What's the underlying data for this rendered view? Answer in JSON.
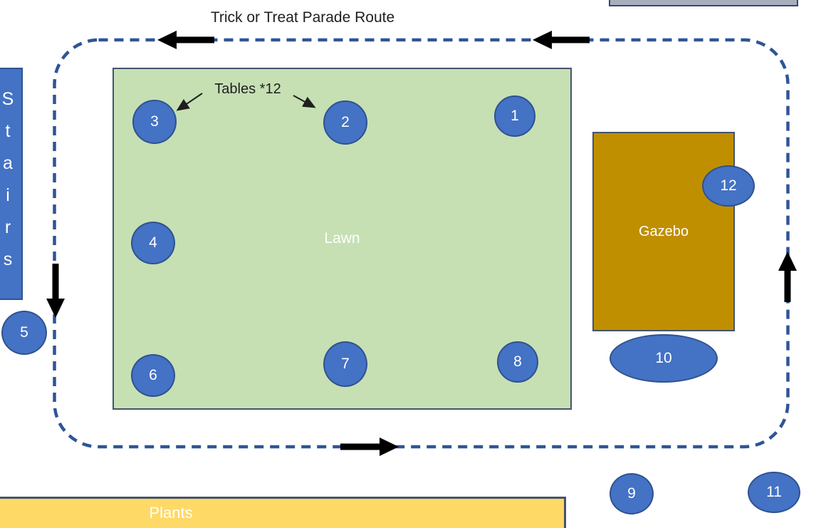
{
  "title": "Trick or Treat Parade Route",
  "areas": {
    "lawn": {
      "label": "Lawn",
      "fill": "#c6e0b4"
    },
    "gazebo": {
      "label": "Gazebo",
      "fill": "#bf8f00"
    },
    "plants": {
      "label": "Plants",
      "fill": "#ffd966"
    },
    "stairs": {
      "label": "Stairs",
      "letters": [
        "S",
        "t",
        "a",
        "i",
        "r",
        "s"
      ],
      "fill": "#4472c4"
    },
    "top_right_partial_structure": {
      "label": "",
      "fill": "#a9aebc"
    }
  },
  "tables": {
    "annotation": "Tables *12",
    "count": 12,
    "items": [
      {
        "label": "1"
      },
      {
        "label": "2"
      },
      {
        "label": "3"
      },
      {
        "label": "4"
      },
      {
        "label": "5"
      },
      {
        "label": "6"
      },
      {
        "label": "7"
      },
      {
        "label": "8"
      },
      {
        "label": "9"
      },
      {
        "label": "10"
      },
      {
        "label": "11"
      },
      {
        "label": "12"
      }
    ],
    "marker_fill": "#4472c4",
    "marker_border": "#2f528f"
  },
  "route": {
    "style": "dashed-rounded-rectangle",
    "color": "#305496",
    "direction_arrows": [
      {
        "position": "top-left",
        "direction": "left"
      },
      {
        "position": "top-right",
        "direction": "left"
      },
      {
        "position": "left-side",
        "direction": "down"
      },
      {
        "position": "right-side",
        "direction": "up"
      },
      {
        "position": "bottom",
        "direction": "right"
      }
    ],
    "arrow_color": "#000000"
  }
}
